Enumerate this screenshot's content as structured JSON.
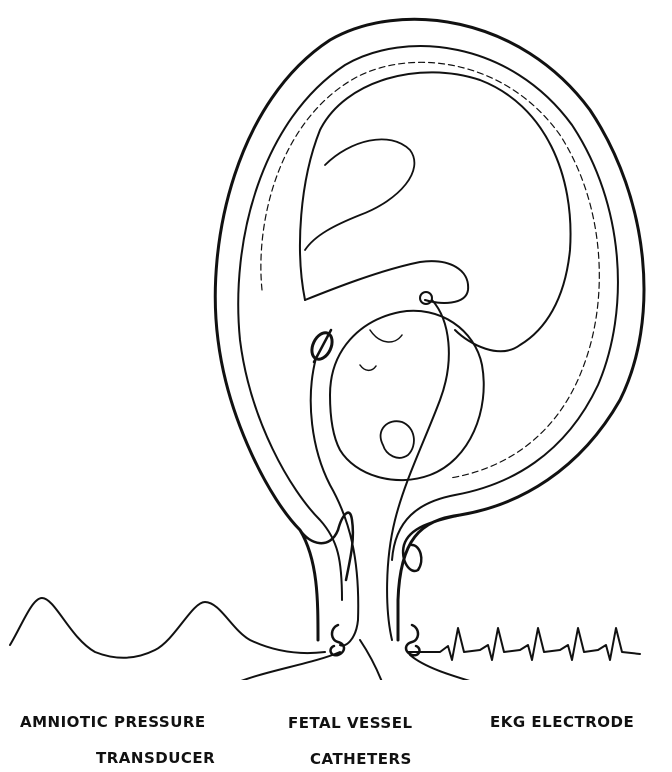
{
  "labels": {
    "amniotic_line1": "AMNIOTIC  PRESSURE",
    "amniotic_line2": "TRANSDUCER",
    "fetal_line1": "FETAL VESSEL",
    "fetal_line2": "CATHETERS",
    "ekg": "EKG  ELECTRODE"
  },
  "colors": {
    "ink": "#111111",
    "background": "#ffffff"
  }
}
